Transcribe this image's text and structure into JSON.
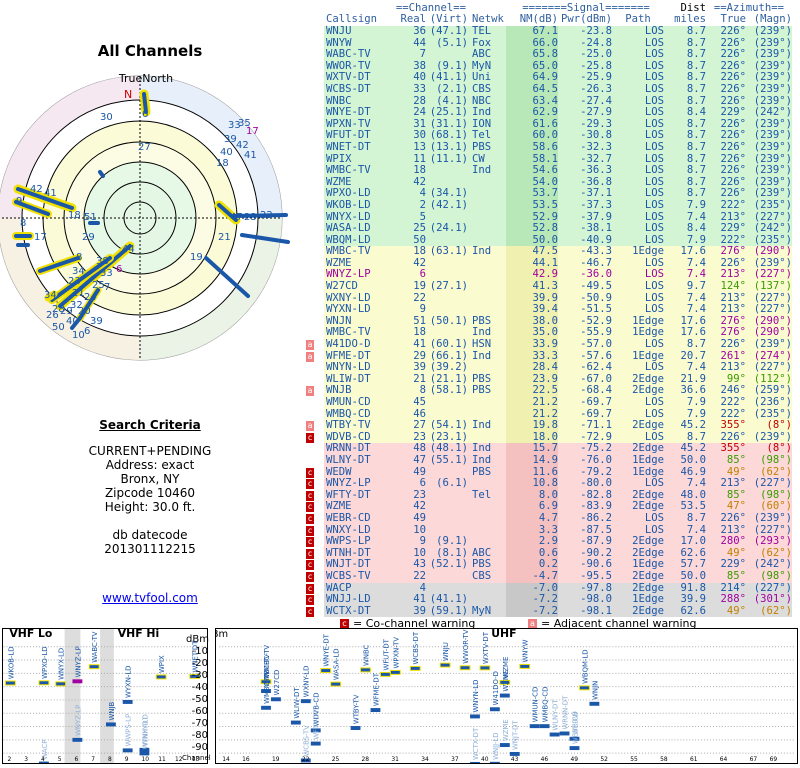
{
  "page": {
    "title": "All Channels",
    "link": "www.tvfool.com"
  },
  "radar": {
    "north_label": "TrueNorth",
    "n_letter": "N",
    "labels": [
      "30",
      "6",
      "27",
      "33",
      "35",
      "17",
      "39",
      "42",
      "40",
      "41",
      "18",
      "42",
      "41",
      "9",
      "18",
      "51",
      "8",
      "47",
      "23",
      "22",
      "17",
      "29",
      "21",
      "8",
      "19",
      "44",
      "38",
      "6",
      "34",
      "33",
      "23",
      "25",
      "7",
      "34",
      "21",
      "24",
      "32",
      "28",
      "20",
      "29",
      "26",
      "40",
      "50",
      "39",
      "6",
      "10"
    ]
  },
  "criteria": {
    "heading": "Search Criteria",
    "lines": [
      "CURRENT+PENDING",
      "Address: exact",
      "Bronx, NY",
      "Zipcode 10460",
      "Height: 30.0 ft."
    ],
    "db_label": "db datecode",
    "db_value": "201301112215"
  },
  "table": {
    "group_headers": {
      "channel": "==Channel==",
      "signal": "=======Signal=======",
      "dist": "Dist",
      "azimuth": "==Azimuth=="
    },
    "headers": [
      "Callsign",
      "Real",
      "(Virt)",
      "Netwk",
      "NM(dB)",
      "Pwr(dBm)",
      "Path",
      "miles",
      "True",
      "(Magn)"
    ],
    "rows": [
      [
        "WNJU",
        "36",
        "(47.1)",
        "TEL",
        "67.1",
        "-23.8",
        "LOS",
        "8.7",
        "226°",
        "(239°)",
        "lg",
        ""
      ],
      [
        "WNYW",
        "44",
        "(5.1)",
        "Fox",
        "66.0",
        "-24.8",
        "LOS",
        "8.7",
        "226°",
        "(239°)",
        "lg",
        ""
      ],
      [
        "WABC-TV",
        "7",
        "",
        "ABC",
        "65.8",
        "-25.0",
        "LOS",
        "8.7",
        "226°",
        "(239°)",
        "lg",
        ""
      ],
      [
        "WWOR-TV",
        "38",
        "(9.1)",
        "MyN",
        "65.0",
        "-25.8",
        "LOS",
        "8.7",
        "226°",
        "(239°)",
        "lg",
        ""
      ],
      [
        "WXTV-DT",
        "40",
        "(41.1)",
        "Uni",
        "64.9",
        "-25.9",
        "LOS",
        "8.7",
        "226°",
        "(239°)",
        "lg",
        ""
      ],
      [
        "WCBS-DT",
        "33",
        "(2.1)",
        "CBS",
        "64.5",
        "-26.3",
        "LOS",
        "8.7",
        "226°",
        "(239°)",
        "lg",
        ""
      ],
      [
        "WNBC",
        "28",
        "(4.1)",
        "NBC",
        "63.4",
        "-27.4",
        "LOS",
        "8.7",
        "226°",
        "(239°)",
        "lg",
        ""
      ],
      [
        "WNYE-DT",
        "24",
        "(25.1)",
        "Ind",
        "62.9",
        "-27.9",
        "LOS",
        "8.4",
        "229°",
        "(242°)",
        "lg",
        ""
      ],
      [
        "WPXN-TV",
        "31",
        "(31.1)",
        "ION",
        "61.6",
        "-29.3",
        "LOS",
        "8.7",
        "226°",
        "(239°)",
        "lg",
        ""
      ],
      [
        "WFUT-DT",
        "30",
        "(68.1)",
        "Tel",
        "60.0",
        "-30.8",
        "LOS",
        "8.7",
        "226°",
        "(239°)",
        "lg",
        ""
      ],
      [
        "WNET-DT",
        "13",
        "(13.1)",
        "PBS",
        "58.6",
        "-32.3",
        "LOS",
        "8.7",
        "226°",
        "(239°)",
        "lg",
        ""
      ],
      [
        "WPIX",
        "11",
        "(11.1)",
        "CW",
        "58.1",
        "-32.7",
        "LOS",
        "8.7",
        "226°",
        "(239°)",
        "lg",
        ""
      ],
      [
        "WMBC-TV",
        "18",
        "",
        "Ind",
        "54.6",
        "-36.3",
        "LOS",
        "8.7",
        "226°",
        "(239°)",
        "lg",
        ""
      ],
      [
        "WZME",
        "42",
        "",
        "",
        "54.0",
        "-36.8",
        "LOS",
        "8.7",
        "226°",
        "(239°)",
        "lg",
        ""
      ],
      [
        "WPXO-LD",
        "4",
        "(34.1)",
        "",
        "53.7",
        "-37.1",
        "LOS",
        "8.7",
        "226°",
        "(239°)",
        "lg",
        ""
      ],
      [
        "WKOB-LD",
        "2",
        "(42.1)",
        "",
        "53.5",
        "-37.3",
        "LOS",
        "7.9",
        "222°",
        "(235°)",
        "lg",
        ""
      ],
      [
        "WNYX-LD",
        "5",
        "",
        "",
        "52.9",
        "-37.9",
        "LOS",
        "7.4",
        "213°",
        "(227°)",
        "lg",
        ""
      ],
      [
        "WASA-LD",
        "25",
        "(24.1)",
        "",
        "52.8",
        "-38.1",
        "LOS",
        "8.4",
        "229°",
        "(242°)",
        "lg",
        ""
      ],
      [
        "WBQM-LD",
        "50",
        "",
        "",
        "50.0",
        "-40.9",
        "LOS",
        "7.9",
        "222°",
        "(235°)",
        "lg",
        ""
      ],
      [
        "WMBC-TV",
        "18",
        "(63.1)",
        "Ind",
        "47.5",
        "-43.3",
        "1Edge",
        "17.6",
        "276°",
        "(290°)",
        "ly",
        ""
      ],
      [
        "WZME",
        "42",
        "",
        "",
        "44.1",
        "-46.7",
        "LOS",
        "7.4",
        "226°",
        "(239°)",
        "ly",
        ""
      ],
      [
        "WNYZ-LP",
        "6",
        "",
        "",
        "42.9",
        "-36.0",
        "LOS",
        "7.4",
        "213°",
        "(227°)",
        "lv",
        ""
      ],
      [
        "W27CD",
        "19",
        "(27.1)",
        "",
        "41.3",
        "-49.5",
        "LOS",
        "9.7",
        "124°",
        "(137°)",
        "ly",
        ""
      ],
      [
        "WXNY-LD",
        "22",
        "",
        "",
        "39.9",
        "-50.9",
        "LOS",
        "7.4",
        "213°",
        "(227°)",
        "ly",
        ""
      ],
      [
        "WYXN-LD",
        "9",
        "",
        "",
        "39.4",
        "-51.5",
        "LOS",
        "7.4",
        "213°",
        "(227°)",
        "ly",
        ""
      ],
      [
        "WNJN",
        "51",
        "(50.1)",
        "PBS",
        "38.0",
        "-52.9",
        "1Edge",
        "17.6",
        "276°",
        "(290°)",
        "ly",
        ""
      ],
      [
        "WMBC-TV",
        "18",
        "",
        "Ind",
        "35.0",
        "-55.9",
        "1Edge",
        "17.6",
        "276°",
        "(290°)",
        "ly",
        ""
      ],
      [
        "W41DO-D",
        "41",
        "(60.1)",
        "HSN",
        "33.9",
        "-57.0",
        "LOS",
        "8.7",
        "226°",
        "(239°)",
        "ly",
        "a"
      ],
      [
        "WFME-DT",
        "29",
        "(66.1)",
        "Ind",
        "33.3",
        "-57.6",
        "1Edge",
        "20.7",
        "261°",
        "(274°)",
        "ly",
        "a"
      ],
      [
        "WNYN-LD",
        "39",
        "(39.2)",
        "",
        "28.4",
        "-62.4",
        "LOS",
        "7.4",
        "213°",
        "(227°)",
        "ly",
        ""
      ],
      [
        "WLIW-DT",
        "21",
        "(21.1)",
        "PBS",
        "23.9",
        "-67.0",
        "2Edge",
        "21.9",
        "99°",
        "(112°)",
        "ly",
        ""
      ],
      [
        "WNJB",
        "8",
        "(58.1)",
        "PBS",
        "22.5",
        "-68.4",
        "2Edge",
        "36.6",
        "246°",
        "(259°)",
        "ly",
        "a"
      ],
      [
        "WMUN-CD",
        "45",
        "",
        "",
        "21.2",
        "-69.7",
        "LOS",
        "7.9",
        "222°",
        "(236°)",
        "ly",
        ""
      ],
      [
        "WMBQ-CD",
        "46",
        "",
        "",
        "21.2",
        "-69.7",
        "LOS",
        "7.9",
        "222°",
        "(235°)",
        "ly",
        ""
      ],
      [
        "WTBY-TV",
        "27",
        "(54.1)",
        "Ind",
        "19.8",
        "-71.1",
        "2Edge",
        "45.2",
        "355°",
        "(8°)",
        "ly",
        "a"
      ],
      [
        "WDVB-CD",
        "23",
        "(23.1)",
        "",
        "18.0",
        "-72.9",
        "LOS",
        "8.7",
        "226°",
        "(239°)",
        "ly",
        "c"
      ],
      [
        "WRNN-DT",
        "48",
        "(48.1)",
        "Ind",
        "15.7",
        "-75.2",
        "2Edge",
        "45.2",
        "355°",
        "(8°)",
        "lp",
        ""
      ],
      [
        "WLNY-DT",
        "47",
        "(55.1)",
        "Ind",
        "14.9",
        "-76.0",
        "1Edge",
        "50.0",
        "85°",
        "(98°)",
        "lp",
        ""
      ],
      [
        "WEDW",
        "49",
        "",
        "PBS",
        "11.6",
        "-79.2",
        "1Edge",
        "46.9",
        "49°",
        "(62°)",
        "lp",
        "c"
      ],
      [
        "WNYZ-LP",
        "6",
        "(6.1)",
        "",
        "10.8",
        "-80.0",
        "LOS",
        "7.4",
        "213°",
        "(227°)",
        "lp",
        "c"
      ],
      [
        "WFTY-DT",
        "23",
        "",
        "Tel",
        "8.0",
        "-82.8",
        "2Edge",
        "48.0",
        "85°",
        "(98°)",
        "lp",
        "c"
      ],
      [
        "WZME",
        "42",
        "",
        "",
        "6.9",
        "-83.9",
        "2Edge",
        "53.5",
        "47°",
        "(60°)",
        "lp",
        "c"
      ],
      [
        "WEBR-CD",
        "49",
        "",
        "",
        "4.7",
        "-86.2",
        "LOS",
        "8.7",
        "226°",
        "(239°)",
        "lp",
        "c"
      ],
      [
        "WNXY-LD",
        "10",
        "",
        "",
        "3.3",
        "-87.5",
        "LOS",
        "7.4",
        "213°",
        "(227°)",
        "lp",
        "c"
      ],
      [
        "WWPS-LP",
        "9",
        "(9.1)",
        "",
        "2.9",
        "-87.9",
        "2Edge",
        "17.0",
        "280°",
        "(293°)",
        "lp",
        "c"
      ],
      [
        "WTNH-DT",
        "10",
        "(8.1)",
        "ABC",
        "0.6",
        "-90.2",
        "2Edge",
        "62.6",
        "49°",
        "(62°)",
        "lp",
        "c"
      ],
      [
        "WNJT-DT",
        "43",
        "(52.1)",
        "PBS",
        "0.2",
        "-90.6",
        "1Edge",
        "57.7",
        "229°",
        "(242°)",
        "lp",
        "c"
      ],
      [
        "WCBS-TV",
        "22",
        "",
        "CBS",
        "-4.7",
        "-95.5",
        "2Edge",
        "50.0",
        "85°",
        "(98°)",
        "lp",
        "c"
      ],
      [
        "WACP",
        "4",
        "",
        "",
        "-7.0",
        "-97.8",
        "2Edge",
        "91.8",
        "214°",
        "(227°)",
        "lgr",
        "c"
      ],
      [
        "WNJJ-LD",
        "41",
        "(41.1)",
        "",
        "-7.2",
        "-98.0",
        "1Edge",
        "39.9",
        "288°",
        "(301°)",
        "lgr",
        "c"
      ],
      [
        "WCTX-DT",
        "39",
        "(59.1)",
        "MyN",
        "-7.2",
        "-98.1",
        "2Edge",
        "62.6",
        "49°",
        "(62°)",
        "lgr",
        "c"
      ]
    ]
  },
  "legend": {
    "co_letter": "c",
    "co_text": "= Co-channel warning",
    "adj_letter": "a",
    "adj_text": "= Adjacent channel warning"
  },
  "spectrum": {
    "vhf_lo": "VHF Lo",
    "vhf_hi": "VHF Hi",
    "uhf": "UHF",
    "dbm": "dBm",
    "channel_label": "Channel",
    "y_ticks": [
      "-10",
      "-20",
      "-30",
      "-40",
      "-50",
      "-60",
      "-70",
      "-80",
      "-90"
    ],
    "vhf_x_ticks": [
      "2",
      "3",
      "4",
      "5",
      "6",
      "7",
      "8",
      "9",
      "10",
      "11",
      "12",
      "13"
    ],
    "uhf_x_ticks": [
      "14",
      "16",
      "19",
      "22",
      "25",
      "28",
      "31",
      "34",
      "37",
      "40",
      "43",
      "46",
      "49",
      "52",
      "55",
      "58",
      "61",
      "64",
      "67",
      "69"
    ]
  },
  "colors": {
    "green": "#d4f5d4",
    "yellow": "#fbfbd0",
    "pink": "#fcd8d8",
    "gray": "#dcdcdc",
    "blue_text": "#1a57a8",
    "header_blue": "#2f5f9e",
    "warn_red": "#c00000",
    "adj_pink": "#f08080"
  }
}
